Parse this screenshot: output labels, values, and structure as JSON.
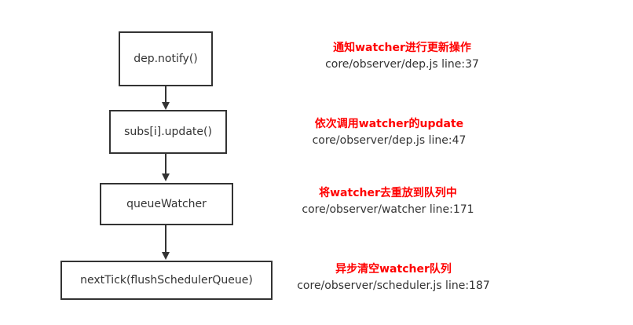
{
  "colors": {
    "box_border": "#333333",
    "arrow": "#333333",
    "annotation_title": "#ff0000",
    "annotation_path": "#333333",
    "background": "#ffffff"
  },
  "steps": [
    {
      "node_label": "dep.notify()",
      "annotation_title": "通知watcher进行更新操作",
      "annotation_path": "core/observer/dep.js  line:37"
    },
    {
      "node_label": "subs[i].update()",
      "annotation_title": "依次调用watcher的update",
      "annotation_path": "core/observer/dep.js  line:47"
    },
    {
      "node_label": "queueWatcher",
      "annotation_title": "将watcher去重放到队列中",
      "annotation_path": "core/observer/watcher  line:171"
    },
    {
      "node_label": "nextTick(flushSchedulerQueue)",
      "annotation_title": "异步清空watcher队列",
      "annotation_path": "core/observer/scheduler.js  line:187"
    }
  ]
}
